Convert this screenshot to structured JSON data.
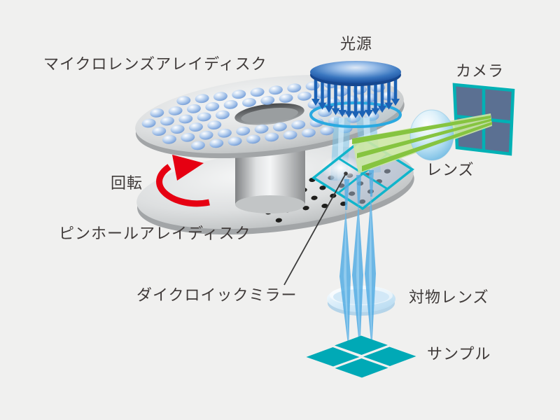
{
  "labels": {
    "microlens_disk": "マイクロレンズアレイディスク",
    "light_source": "光源",
    "camera": "カメラ",
    "lens": "レンズ",
    "rotation": "回転",
    "pinhole_disk": "ピンホールアレイディスク",
    "dichroic_mirror": "ダイクロイックミラー",
    "objective_lens": "対物レンズ",
    "sample": "サンプル"
  },
  "colors": {
    "background": "#f0f0ef",
    "label_text": "#3f3a39",
    "rotation_arrow_red": "#e60012",
    "light_source_blue": "#1b62b5",
    "focus_ring_blue": "#2aa9e0",
    "beam_blue": "#55ade3",
    "beam_green": "#86c440",
    "beam_green_light": "#cde8a5",
    "mirror_border_teal": "#10b5cb",
    "camera_border_teal": "#00b1b5",
    "camera_sensor_slate": "#5b7092",
    "sample_teal": "#00a9b6",
    "disk_silver": "#d6d8d9",
    "pinhole_dot_black": "#1e1e1c"
  }
}
